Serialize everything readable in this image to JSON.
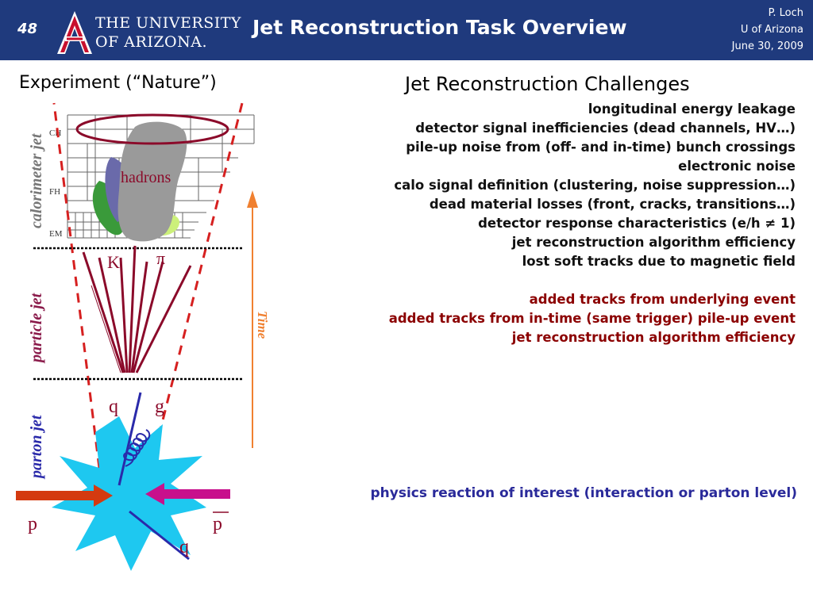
{
  "header": {
    "slide_number": "48",
    "logo_line1": "THE UNIVERSITY",
    "logo_line2": "OF ARIZONA.",
    "logo_mark": "A",
    "title": "Jet Reconstruction Task Overview",
    "author": "P. Loch",
    "institution": "U of Arizona",
    "date": "June 30, 2009"
  },
  "left": {
    "heading": "Experiment (“Nature”)",
    "labels": {
      "calorimeter_jet": "calorimeter jet",
      "particle_jet": "particle jet",
      "parton_jet": "parton jet",
      "ch": "CH",
      "fh": "FH",
      "em": "EM",
      "hadrons": "hadrons",
      "k": "K",
      "pi": "π",
      "q_top": "q",
      "g": "g",
      "p_left": "p",
      "p_right": "p",
      "q_bottom": "q",
      "time": "Time"
    },
    "colors": {
      "dark_red": "#8b0a2a",
      "dashed_red": "#d62020",
      "starburst": "#1ec8f0",
      "arrow_left": "#d43a10",
      "arrow_right": "#c8108c",
      "time_arrow": "#f08030",
      "hadron_gray": "#9a9a9a",
      "hadron_blue": "#6a6aaa",
      "hadron_green": "#3a9a3a",
      "hadron_lime": "#ccf07a",
      "label_gray": "#777777",
      "label_purple": "#8a1a4a",
      "label_blue": "#2a2aaa"
    }
  },
  "challenges": {
    "heading": "Jet Reconstruction Challenges",
    "calorimeter_items": [
      "longitudinal energy leakage",
      "detector signal inefficiencies (dead channels, HV…)",
      "pile-up noise from (off- and in-time) bunch crossings",
      "electronic noise",
      "calo signal definition (clustering, noise suppression…)",
      "dead material losses (front, cracks, transitions…)",
      "detector response characteristics (e/h ≠ 1)",
      "jet reconstruction algorithm efficiency",
      "lost soft tracks due to magnetic field"
    ],
    "particle_items": [
      "added tracks from underlying event",
      "added tracks from in-time (same trigger) pile-up event",
      "jet reconstruction algorithm efficiency"
    ],
    "parton_note": "physics reaction of interest (interaction or parton level)"
  }
}
